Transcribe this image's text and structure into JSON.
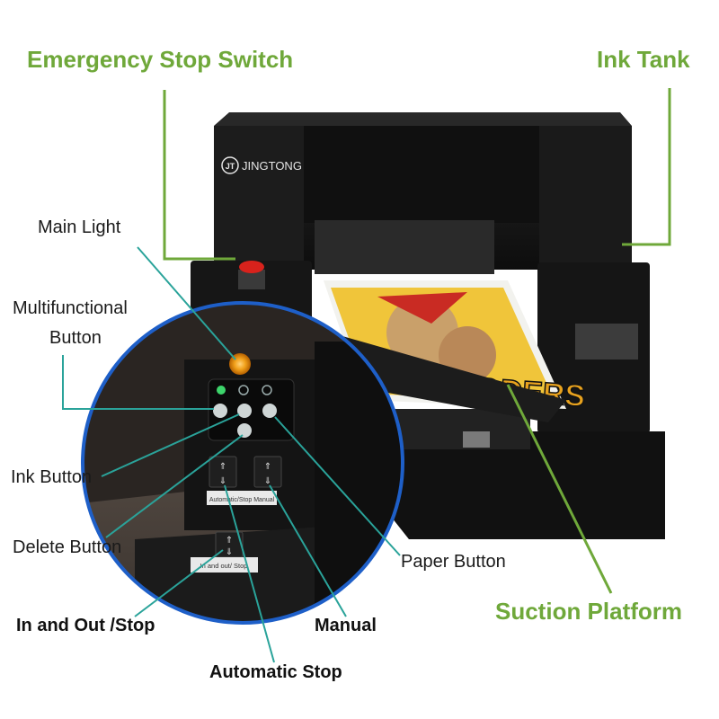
{
  "brand": {
    "name": "JINGTONG",
    "mark": "JT"
  },
  "callouts": {
    "emergency_stop": "Emergency Stop Switch",
    "ink_tank": "Ink Tank",
    "main_light": "Main Light",
    "multifunctional": [
      "Multifunctional",
      "Button"
    ],
    "ink_button": "Ink Button",
    "delete_button": "Delete Button",
    "in_out_stop": "In and Out /Stop",
    "automatic_stop": "Automatic Stop",
    "manual": "Manual",
    "paper_button": "Paper Button",
    "suction_platform": "Suction Platform"
  },
  "panel": {
    "switch_label_top": "Automatic/Stop  Manual",
    "switch_label_bottom": "In and out/ Stop"
  },
  "print_sample_text": "CODERS",
  "colors": {
    "callout_green": "#6fa83a",
    "leader_teal": "#2aa39a",
    "magnifier_blue": "#1e5fc8",
    "indicator_amber": "#f2a11a"
  }
}
